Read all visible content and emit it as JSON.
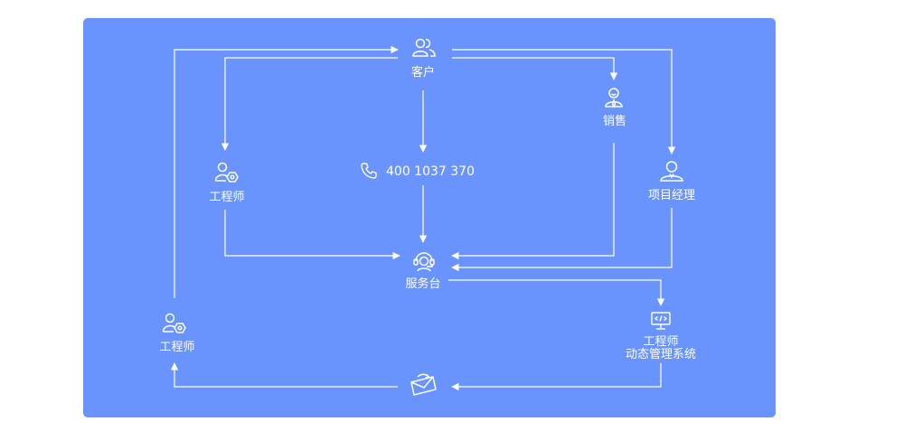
{
  "diagram": {
    "background_color": "#6a94fd",
    "nodes": {
      "customer": {
        "label": "客户",
        "icon": "customers-icon"
      },
      "sales": {
        "label": "销售",
        "icon": "salesperson-icon"
      },
      "engineer_left": {
        "label": "工程师",
        "icon": "engineer-icon"
      },
      "phone": {
        "label": "400 1037 370",
        "icon": "phone-icon"
      },
      "project_manager": {
        "label": "项目经理",
        "icon": "manager-icon"
      },
      "service_desk": {
        "label": "服务台",
        "icon": "headset-icon"
      },
      "engineer_bottom": {
        "label": "工程师",
        "icon": "engineer-icon"
      },
      "dynamic_system": {
        "line1": "工程师",
        "line2": "动态管理系统",
        "icon": "code-monitor-icon"
      },
      "dispatch": {
        "icon": "dispatch-envelope-icon"
      }
    }
  }
}
